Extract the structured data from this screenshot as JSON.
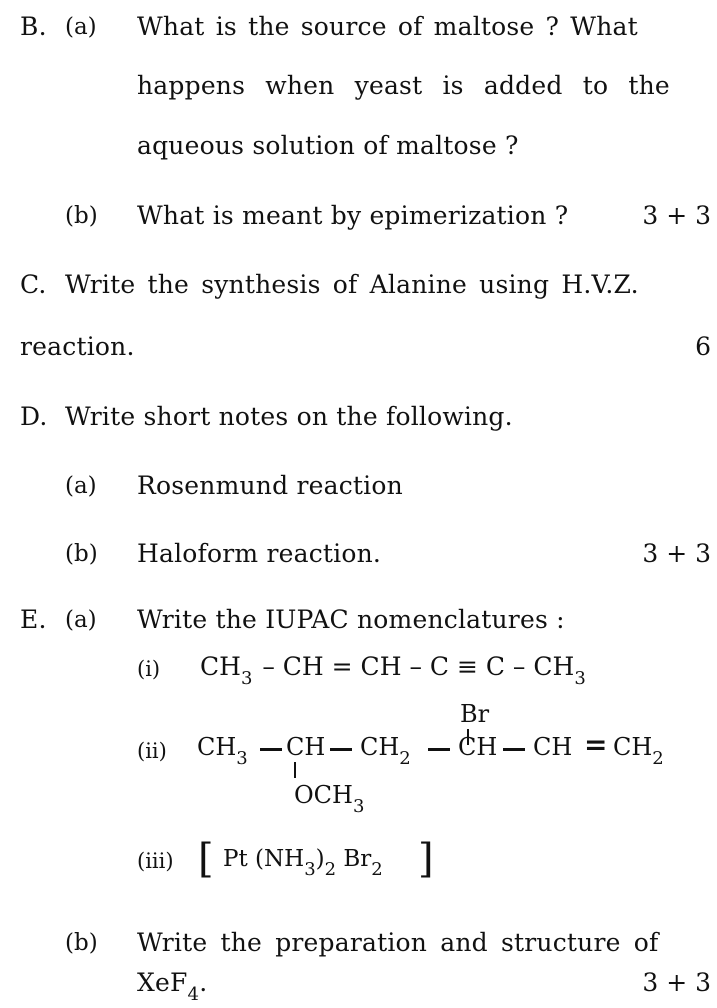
{
  "qB": {
    "label": "B.",
    "a": {
      "label": "(a)",
      "line1": "What is the source of maltose ? What",
      "line2": "happens when yeast is added to the",
      "line3": "aqueous solution of maltose ?"
    },
    "b": {
      "label": "(b)",
      "text": "What is meant by epimerization ?",
      "marks": "3 + 3"
    }
  },
  "qC": {
    "label": "C.",
    "line1": "Write the synthesis of Alanine using H.V.Z.",
    "line2": "reaction.",
    "marks": "6"
  },
  "qD": {
    "label": "D.",
    "text": "Write short notes on the following.",
    "a": {
      "label": "(a)",
      "text": "Rosenmund reaction"
    },
    "b": {
      "label": "(b)",
      "text": "Haloform reaction.",
      "marks": "3 + 3"
    }
  },
  "qE": {
    "label": "E.",
    "a": {
      "label": "(a)",
      "text": "Write the IUPAC nomenclatures :",
      "i": {
        "label": "(i)",
        "ch": "CH",
        "three": "3",
        "mid": "– CH = CH – C ≡  C – CH",
        "three2": "3"
      },
      "ii": {
        "label": "(ii)",
        "br": "Br",
        "ch3a": "CH",
        "ch3a_sub": "3",
        "ch": "CH",
        "ch2": "CH",
        "ch2_sub": "2",
        "ch_b": "CH",
        "ch_c": "CH",
        "eq": "=",
        "ch2_end": "CH",
        "ch2_end_sub": "2",
        "och3": "OCH",
        "och3_sub": "3"
      },
      "iii": {
        "label": "(iii)",
        "lbr": "[",
        "pt": "Pt (NH",
        "s3": "3",
        "paren": ")",
        "s2": "2",
        "br": "Br",
        "s2b": "2",
        "rbr": "]"
      }
    },
    "b": {
      "label": "(b)",
      "line1": "Write the preparation and structure of",
      "xef": "XeF",
      "four": "4",
      "dot": ".",
      "marks": "3 + 3"
    }
  }
}
